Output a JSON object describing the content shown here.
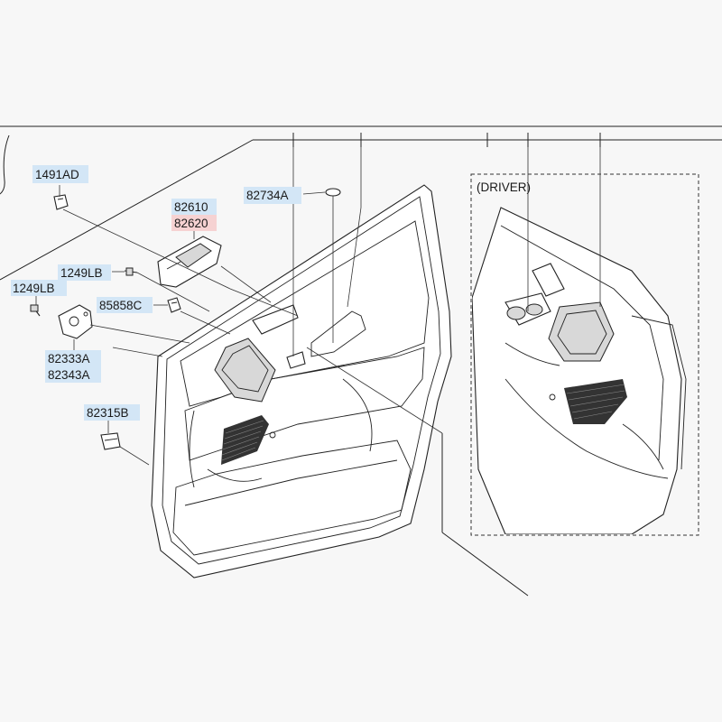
{
  "callouts": {
    "p1491ad": "1491AD",
    "p82610": "82610",
    "p82620": "82620",
    "p82734a": "82734A",
    "p1249lb_upper": "1249LB",
    "p1249lb_left": "1249LB",
    "p85858c": "85858C",
    "p82333a": "82333A",
    "p82343a": "82343A",
    "p82315b": "82315B"
  },
  "detail_view": {
    "title": "(DRIVER)"
  },
  "colors": {
    "callout_blue": "#d3e6f6",
    "callout_red": "#f6d2d2",
    "line": "#222222",
    "background": "#f7f7f7"
  }
}
